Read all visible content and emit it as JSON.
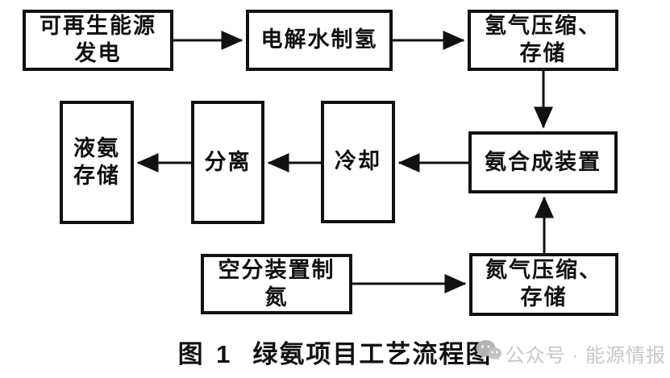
{
  "diagram": {
    "nodes": {
      "renewable_power": {
        "label": "可再生能源\n发电"
      },
      "electrolysis": {
        "label": "电解水制氢"
      },
      "h2_compression_storage": {
        "label": "氢气压缩、\n存储"
      },
      "liquid_ammonia_storage": {
        "label": "液氨\n存储"
      },
      "separation": {
        "label": "分离"
      },
      "cooling": {
        "label": "冷却"
      },
      "ammonia_synthesis": {
        "label": "氨合成装置"
      },
      "air_separation": {
        "label": "空分装置制\n氮"
      },
      "n2_compression_storage": {
        "label": "氮气压缩、\n存储"
      }
    },
    "edges": [
      {
        "from": "renewable_power",
        "to": "electrolysis"
      },
      {
        "from": "electrolysis",
        "to": "h2_compression_storage"
      },
      {
        "from": "h2_compression_storage",
        "to": "ammonia_synthesis"
      },
      {
        "from": "ammonia_synthesis",
        "to": "cooling"
      },
      {
        "from": "cooling",
        "to": "separation"
      },
      {
        "from": "separation",
        "to": "liquid_ammonia_storage"
      },
      {
        "from": "air_separation",
        "to": "n2_compression_storage"
      },
      {
        "from": "n2_compression_storage",
        "to": "ammonia_synthesis"
      }
    ],
    "colors": {
      "line": "#111111",
      "box_border": "#111111",
      "text": "#111111",
      "background": "#ffffff",
      "watermark": "#c8c8c8"
    }
  },
  "caption": {
    "figure_label": "图 1",
    "title": "绿氨项目工艺流程图"
  },
  "watermark": {
    "icon": "wechat-icon",
    "text": "公众号 · 能源情报"
  }
}
